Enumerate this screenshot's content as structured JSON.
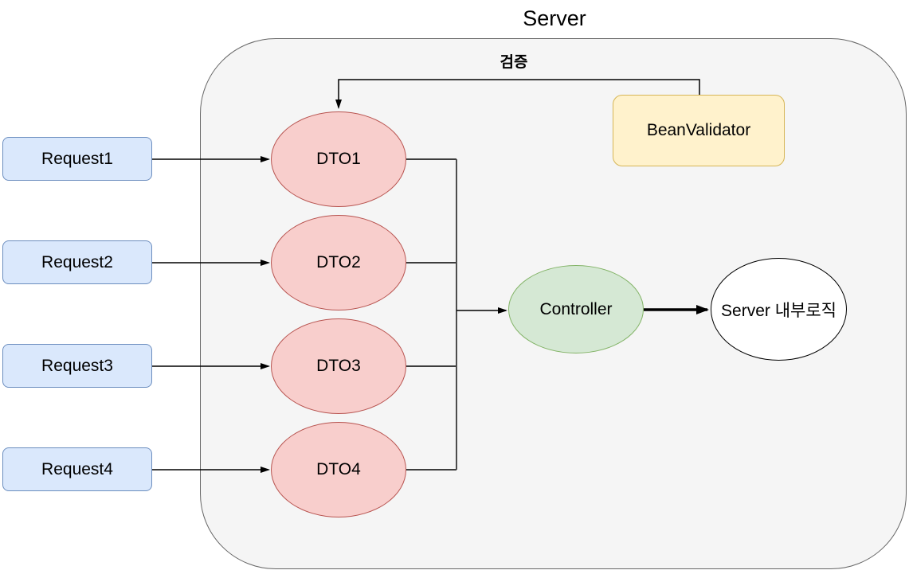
{
  "diagram": {
    "title": "Server",
    "validation_label": "검증"
  },
  "nodes": {
    "requests": [
      {
        "label": "Request1"
      },
      {
        "label": "Request2"
      },
      {
        "label": "Request3"
      },
      {
        "label": "Request4"
      }
    ],
    "dtos": [
      {
        "label": "DTO1"
      },
      {
        "label": "DTO2"
      },
      {
        "label": "DTO3"
      },
      {
        "label": "DTO4"
      }
    ],
    "bean_validator": {
      "label": "BeanValidator"
    },
    "controller": {
      "label": "Controller"
    },
    "server_logic": {
      "label": "Server 내부로직"
    }
  },
  "edges": [
    {
      "from": "Request1",
      "to": "DTO1",
      "arrow": true,
      "style": "thin"
    },
    {
      "from": "Request2",
      "to": "DTO2",
      "arrow": true,
      "style": "thin"
    },
    {
      "from": "Request3",
      "to": "DTO3",
      "arrow": true,
      "style": "thin"
    },
    {
      "from": "Request4",
      "to": "DTO4",
      "arrow": true,
      "style": "thin"
    },
    {
      "from": "DTO1",
      "to": "Controller",
      "arrow": true,
      "style": "thin",
      "via": "shared-bus"
    },
    {
      "from": "DTO2",
      "to": "Controller",
      "arrow": true,
      "style": "thin",
      "via": "shared-bus"
    },
    {
      "from": "DTO3",
      "to": "Controller",
      "arrow": true,
      "style": "thin",
      "via": "shared-bus"
    },
    {
      "from": "DTO4",
      "to": "Controller",
      "arrow": true,
      "style": "thin",
      "via": "shared-bus"
    },
    {
      "from": "Controller",
      "to": "Server 내부로직",
      "arrow": true,
      "style": "bold"
    },
    {
      "from": "BeanValidator",
      "to": "DTO1",
      "arrow": true,
      "style": "thin",
      "label": "검증"
    }
  ],
  "colors": {
    "canvas_bg": "#ffffff",
    "server_box_fill": "#f5f5f5",
    "server_box_border": "#666666",
    "request_fill": "#dae8fc",
    "request_border": "#6c8ebf",
    "dto_fill": "#f8cecc",
    "dto_border": "#b85450",
    "validator_fill": "#fff2cc",
    "validator_border": "#d6b656",
    "controller_fill": "#d5e8d4",
    "controller_border": "#82b366",
    "server_logic_fill": "#ffffff",
    "server_logic_border": "#000000",
    "connector": "#000000",
    "text": "#000000"
  }
}
